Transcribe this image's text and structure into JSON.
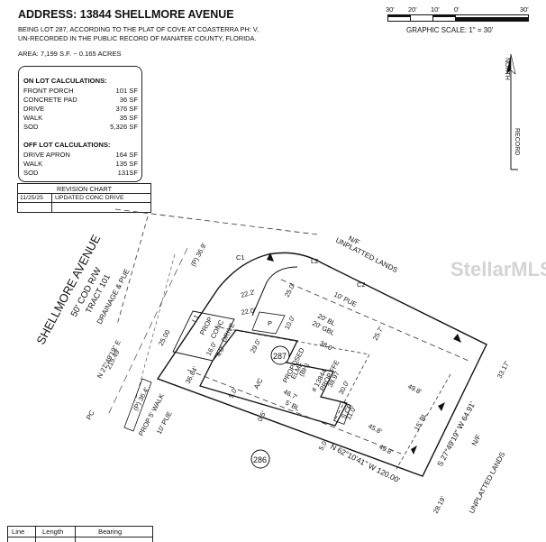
{
  "header": {
    "address": "ADDRESS: 13844 SHELLMORE AVENUE",
    "legal_lines": [
      "BEING LOT 287, ACCORDING TO THE PLAT OF COVE AT COASTERRA PH: V,",
      "UN-RECORDED IN THE PUBLIC RECORD OF MANATEE COUNTY, FLORIDA."
    ],
    "area": "AREA: 7,199 S.F. ~ 0.165 ACRES"
  },
  "on_lot": {
    "title": "ON LOT CALCULATIONS:",
    "rows": [
      {
        "label": "FRONT PORCH",
        "value": "101 SF"
      },
      {
        "label": "CONCRETE PAD",
        "value": "36 SF"
      },
      {
        "label": "DRIVE",
        "value": "376 SF"
      },
      {
        "label": "WALK",
        "value": "35 SF"
      },
      {
        "label": "SOD",
        "value": "5,326 SF"
      }
    ]
  },
  "off_lot": {
    "title": "OFF LOT CALCULATIONS:",
    "rows": [
      {
        "label": "DRIVE APRON",
        "value": "164 SF"
      },
      {
        "label": "WALK",
        "value": "135 SF"
      },
      {
        "label": "SOD",
        "value": "131SF"
      }
    ]
  },
  "revision": {
    "title": "REVISION CHART",
    "date": "11/25/25",
    "note": "UPDATED CONC DRIVE"
  },
  "scale": {
    "ticks": [
      "30'",
      "20'",
      "10'",
      "0'",
      "30'"
    ],
    "label": "GRAPHIC SCALE: 1\" = 30'"
  },
  "north": {
    "top": "NORTH",
    "bottom": "RECORD"
  },
  "plan": {
    "street": "SHELLMORE AVENUE",
    "row": "50' COD R/W",
    "tract": "TRACT 101",
    "easement": "DRAINAGE & PUE",
    "neighbors": {
      "ne": "N/F",
      "ne2": "UNPLATTED LANDS",
      "se": "N/F",
      "se2": "UNPLATTED LANDS"
    },
    "lot": "287",
    "lot_south": "286",
    "house": {
      "l1": "PROPOSED",
      "l2": "ELMF",
      "l3": "(BH)",
      "l4": "# 13844",
      "l5": "PROP FFE",
      "l6": "38.97"
    },
    "bearings": {
      "west": "N 27°49'19\" E",
      "west_dist": "215.49'",
      "south": "N 62°10'41\" W 120.00'",
      "east": "S 27°49'19\" W 64.91'"
    },
    "labels": {
      "c1": "C1",
      "c2": "C2",
      "l1": "L1",
      "l2": "L2",
      "pue10": "10' PUE",
      "pue10b": "10' PUE",
      "bl20": "20' BL",
      "gbl20": "20' GBL",
      "d380": "38.0'",
      "d498": "49.8'",
      "d498b": "49.8'",
      "d458": "45.8'",
      "d467": "46.7'",
      "bl5": "5' BL",
      "bl15": "15' BL",
      "d50": "5.0'",
      "d50b": "5.0'",
      "d05": "0.5'",
      "d250": "25.0'",
      "d257": "25.7'",
      "d222": "22.2'",
      "d100": "10.0'",
      "d300": "30.0'",
      "d220": "22.0'",
      "d160": "16.0'",
      "d290": "29.0'",
      "d40": "4.0'",
      "d110": "11.0'",
      "ac": "A/C",
      "scp": "S.CP",
      "porch": "P",
      "conc": "CONC",
      "drive": "DRIVE",
      "prop": "PROP",
      "walk": "PROP 5' WALK",
      "pc": "PC",
      "e1": "(P) 36.9'",
      "e2": "(P) 36.4'",
      "e3": "36.64'",
      "e4": "33.17'",
      "e5": "28.19'",
      "e6": "25.00"
    },
    "watermark": "StellarMLS"
  },
  "line_table": {
    "headers": [
      "Line",
      "Length",
      "Bearing"
    ]
  }
}
